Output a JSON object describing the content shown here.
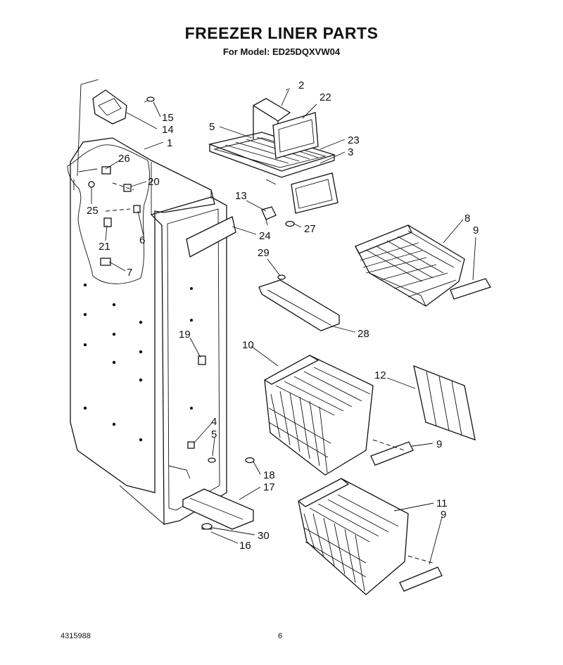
{
  "header": {
    "title": "FREEZER LINER PARTS",
    "subtitle": "For Model: ED25DQXVW04"
  },
  "footer": {
    "doc_number": "4315988",
    "page_number": "6"
  },
  "callouts": {
    "c2": "2",
    "c22": "22",
    "c5a": "5",
    "c23": "23",
    "c3": "3",
    "c15": "15",
    "c14": "14",
    "c1": "1",
    "c26": "26",
    "c20": "20",
    "c25": "25",
    "c6": "6",
    "c21": "21",
    "c7": "7",
    "c13": "13",
    "c27": "27",
    "c24": "24",
    "c29": "29",
    "c28": "28",
    "c8": "8",
    "c9a": "9",
    "c10": "10",
    "c12": "12",
    "c9b": "9",
    "c19": "19",
    "c4": "4",
    "c5b": "5",
    "c18": "18",
    "c17": "17",
    "c30": "30",
    "c16": "16",
    "c11": "11",
    "c9c": "9"
  }
}
